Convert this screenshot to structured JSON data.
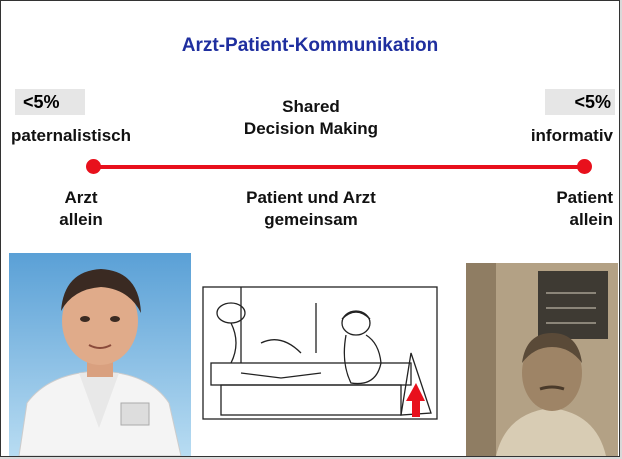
{
  "title": "Arzt-Patient-Kommunikation",
  "left": {
    "percent": "<5%",
    "model": "paternalistisch",
    "role_line1": "Arzt",
    "role_line2": "allein"
  },
  "center": {
    "model_line1": "Shared",
    "model_line2": "Decision Making",
    "role_line1": "Patient und Arzt",
    "role_line2": "gemeinsam"
  },
  "right": {
    "percent": "<5%",
    "model": "informativ",
    "role_line1": "Patient",
    "role_line2": "allein"
  },
  "colors": {
    "title": "#1f2f9f",
    "line": "#e8101c",
    "percent_bg": "#e6e6e6"
  },
  "images": [
    "doctor-portrait-photo",
    "cartoon-consultation-illustration",
    "vintage-patient-photo"
  ]
}
